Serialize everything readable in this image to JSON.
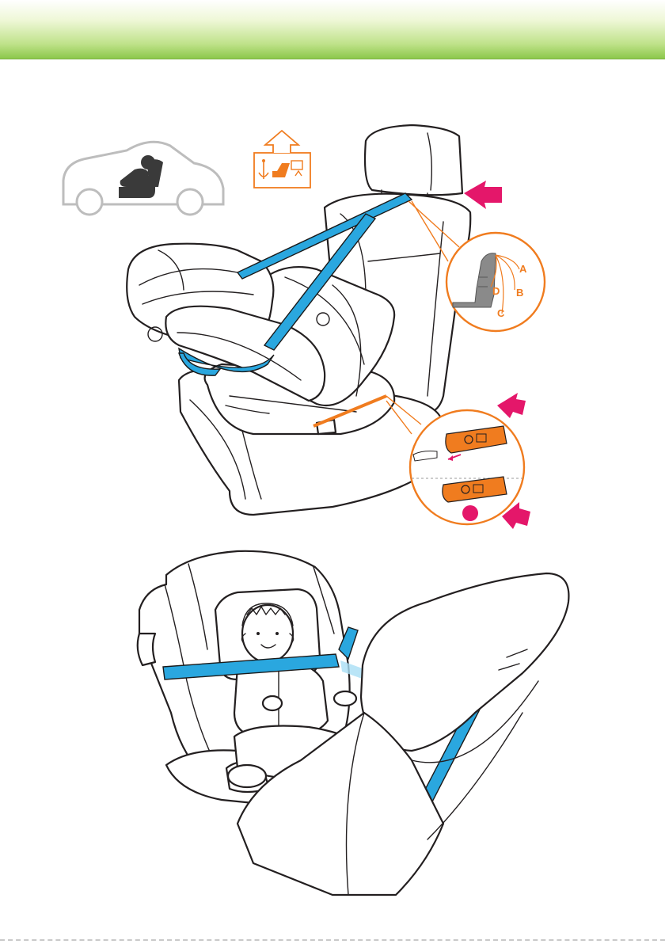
{
  "colors": {
    "banner": "#8cc84b",
    "belt": "#2aa7df",
    "accent_orange": "#f07c1f",
    "arrow_magenta": "#e4176a",
    "ink": "#231f20"
  },
  "icons": {
    "car_icon": "car-with-seated-person-icon",
    "manual_icon": "manual-storage-icon",
    "arrow_icon": "pink-arrow-icon"
  },
  "headrest_detail": {
    "labels": [
      "A",
      "B",
      "C",
      "D"
    ]
  }
}
